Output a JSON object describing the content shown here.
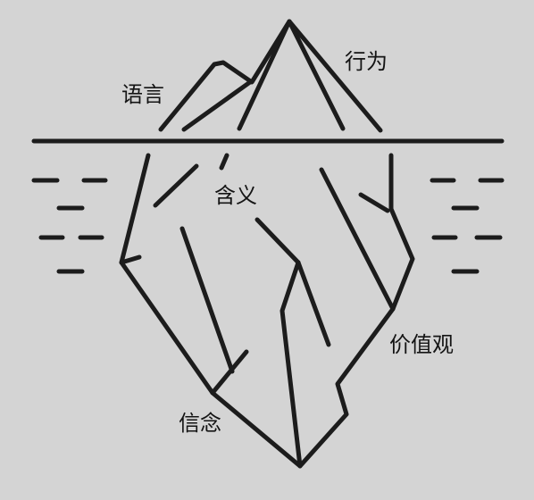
{
  "labels": {
    "language": "语言",
    "behavior": "行为",
    "meaning": "含义",
    "values": "价值观",
    "beliefs": "信念"
  },
  "colors": {
    "background": "#d4d4d4",
    "stroke": "#1c1c1c",
    "text": "#141414"
  }
}
